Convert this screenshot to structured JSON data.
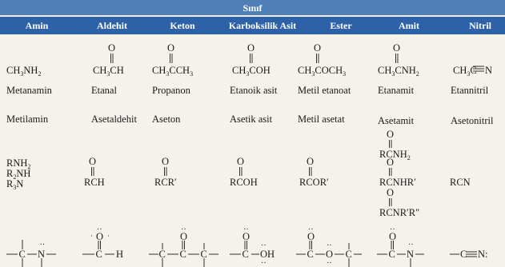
{
  "group_header": "Sınıf",
  "columns": [
    {
      "key": "amine",
      "label": "Amin"
    },
    {
      "key": "aldehyde",
      "label": "Aldehit"
    },
    {
      "key": "ketone",
      "label": "Keton"
    },
    {
      "key": "acid",
      "label": "Karboksilik Asit"
    },
    {
      "key": "ester",
      "label": "Ester"
    },
    {
      "key": "amide",
      "label": "Amit"
    },
    {
      "key": "nitrile",
      "label": "Nitril"
    }
  ],
  "formulas": {
    "amine": "CH3NH2",
    "aldehyde": "CH3CH",
    "ketone": "CH3CCH3",
    "acid": "CH3COH",
    "ester": "CH3COCH3",
    "amide": "CH3CNH2",
    "nitrile": "CH3C≡N"
  },
  "iupac_names": {
    "amine": "Metanamin",
    "aldehyde": "Etanal",
    "ketone": "Propanon",
    "acid": "Etanoik asit",
    "ester": "Metil etanoat",
    "amide": "Etanamit",
    "nitrile": "Etannitril"
  },
  "common_names": {
    "amine": "Metilamin",
    "aldehyde": "Asetaldehit",
    "ketone": "Aseton",
    "acid": "Asetik asit",
    "ester": "Metil asetat",
    "amide": "Asetamit",
    "nitrile": "Asetonitril"
  },
  "general_formulas": {
    "amine": [
      "RNH2",
      "R2NH",
      "R3N"
    ],
    "aldehyde": "RCH",
    "ketone": "RCR′",
    "acid": "RCOH",
    "ester": "RCOR′",
    "amide": [
      "RCNH2",
      "RCNHR′",
      "RCNR′R″"
    ],
    "nitrile": "RCN"
  },
  "functional_groups": {
    "amine": "—C—N̈—",
    "aldehyde": "—C—H",
    "ketone": "—C—C—C—",
    "acid": "—C—ÖH",
    "ester": "—C—Ö—C—",
    "amide": "—C—N̈—",
    "nitrile": "—C≡N:"
  },
  "carbonyl_oxygen": "O",
  "colors": {
    "group_header_bg": "#4f7fb6",
    "column_header_bg": "#2e62a8",
    "page_bg": "#f4f2ea"
  }
}
